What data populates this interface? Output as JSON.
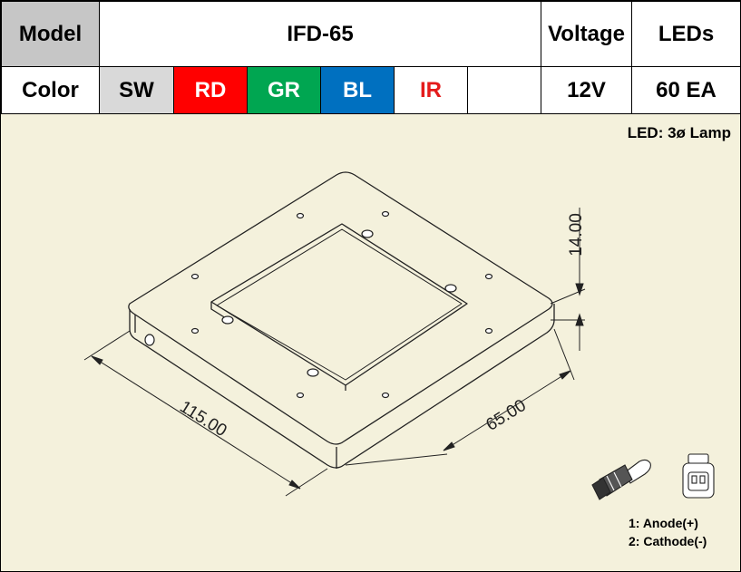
{
  "table": {
    "model_label": "Model",
    "model_value": "IFD-65",
    "voltage_label": "Voltage",
    "leds_label": "LEDs",
    "color_label": "Color",
    "colors": [
      "SW",
      "RD",
      "GR",
      "BL",
      "IR",
      ""
    ],
    "voltage_value": "12V",
    "leds_value": "60 EA"
  },
  "led_info": "LED: 3ø Lamp",
  "dimensions": {
    "length": "115.00",
    "width": "65.00",
    "height": "14.00"
  },
  "pins": {
    "pin1": "1: Anode(+)",
    "pin2": "2: Cathode(-)"
  },
  "icons": [
    "connector-plug-icon",
    "connector-socket-icon"
  ],
  "colors_hex": {
    "sw": "#d9d9d9",
    "rd": "#ff0000",
    "gr": "#00a651",
    "bl": "#0070c0",
    "ir": "#e41b1b",
    "background": "#f4f1dc"
  }
}
